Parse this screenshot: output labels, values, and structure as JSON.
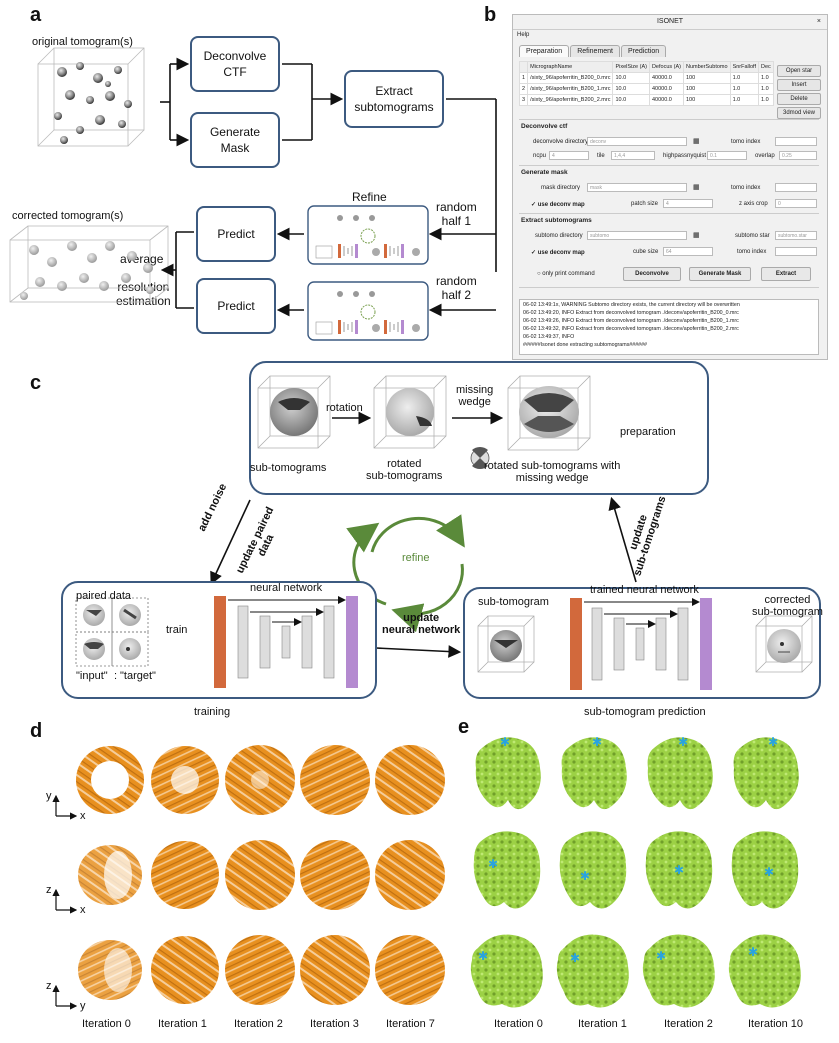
{
  "panels": {
    "a": "a",
    "b": "b",
    "c": "c",
    "d": "d",
    "e": "e"
  },
  "panel_a": {
    "original_label": "original tomogram(s)",
    "corrected_label": "corrected tomogram(s)",
    "deconvolve": "Deconvolve\nCTF",
    "mask": "Generate\nMask",
    "extract": "Extract\nsubtomograms",
    "refine_title": "Refine",
    "predict1": "Predict",
    "predict2": "Predict",
    "random1": "random\nhalf 1",
    "random2": "random\nhalf 2",
    "average": "average",
    "resolution": "resolution\nestimation"
  },
  "isonet": {
    "title": "ISONET",
    "close": "×",
    "menu": "Help",
    "tabs": [
      "Preparation",
      "Refinement",
      "Prediction"
    ],
    "table_headers": [
      "",
      "MicrographName",
      "PixelSize (A)",
      "Defocus (A)",
      "NumberSubtomo",
      "SnrFalloff",
      "Dec"
    ],
    "table_rows": [
      [
        "1",
        "/sixty_96/apoferritin_B200_0.mrc",
        "10.0",
        "40000.0",
        "100",
        "1.0",
        "1.0"
      ],
      [
        "2",
        "/sixty_96/apoferritin_B200_1.mrc",
        "10.0",
        "40000.0",
        "100",
        "1.0",
        "1.0"
      ],
      [
        "3",
        "/sixty_96/apoferritin_B200_2.mrc",
        "10.0",
        "40000.0",
        "100",
        "1.0",
        "1.0"
      ]
    ],
    "side_buttons": [
      "Open star",
      "Insert",
      "Delete",
      "3dmod view"
    ],
    "deconv_section": "Deconvolve ctf",
    "deconv_dir_label": "deconvolve directory",
    "deconv_dir_ph": "deconv",
    "tomo_index_label": "tomo index",
    "ncpu_label": "ncpu",
    "ncpu_val": "4",
    "tile_label": "tile",
    "tile_val": "1,4,4",
    "highpass_label": "highpassnyquist",
    "highpass_val": "0.1",
    "overlap_label": "overlap",
    "overlap_val": "0.25",
    "mask_section": "Generate mask",
    "mask_dir_label": "mask directory",
    "mask_dir_ph": "mask",
    "use_deconv_label": "✓ use deconv map",
    "patch_label": "patch size",
    "patch_val": "4",
    "zcrop_label": "z axis crop",
    "zcrop_val": "0",
    "extract_section": "Extract subtomograms",
    "subtomo_dir_label": "subtomo directory",
    "subtomo_dir_ph": "subtomo",
    "subtomo_star_label": "subtomo star",
    "subtomo_star_ph": "subtomo.star",
    "cube_label": "cube size",
    "cube_val": "64",
    "only_print": "only print command",
    "btn_deconvolve": "Deconvolve",
    "btn_generate": "Generate Mask",
    "btn_extract": "Extract",
    "log": [
      "06-02 13:49:1x, WARNING  Subtomo directory exists, the current directory will be overwritten",
      "06-02 13:49:20, INFO     Extract from deconvolved tomogram ./deconv/apoferritin_B200_0.mrc",
      "06-02 13:49:26, INFO     Extract from deconvolved tomogram ./deconv/apoferritin_B200_1.mrc",
      "06-02 13:49:32, INFO     Extract from deconvolved tomogram ./deconv/apoferritin_B200_2.mrc",
      "06-02 13:49:37, INFO",
      "######Isonet done extracting subtomograms######"
    ]
  },
  "panel_c": {
    "subtomograms": "sub-tomograms",
    "rotation": "rotation",
    "rotated": "rotated\nsub-tomograms",
    "missing_wedge": "missing\nwedge",
    "rotated_mw": "rotated sub-tomograms with\nmissing wedge",
    "preparation": "preparation",
    "add_noise": "add noise",
    "update_paired": "update paired\ndata",
    "update_subtomos": "update\nsub-tomograms",
    "refine": "refine",
    "paired_data": "paired data",
    "input": "\"input\"",
    "colon": ":",
    "target": "\"target\"",
    "train": "train",
    "neural_network": "neural network",
    "training": "training",
    "update_nn": "update\nneural network",
    "sub_tomogram": "sub-tomogram",
    "trained_nn": "trained neural network",
    "corrected": "corrected\nsub-tomogram",
    "prediction": "sub-tomogram prediction"
  },
  "panel_d": {
    "iterations": [
      "Iteration 0",
      "Iteration 1",
      "Iteration 2",
      "Iteration 3",
      "Iteration 7"
    ],
    "axes": [
      [
        "y",
        "x"
      ],
      [
        "z",
        "x"
      ],
      [
        "z",
        "y"
      ]
    ]
  },
  "panel_e": {
    "iterations": [
      "Iteration 0",
      "Iteration 1",
      "Iteration 2",
      "Iteration 10"
    ]
  },
  "colors": {
    "box_border": "#3c5a80",
    "refine_green": "#5a8a3a",
    "orange": "#e8901f",
    "green_density": "#9cd145",
    "encoder": "#d2693c",
    "decoder": "#b48ad0"
  }
}
